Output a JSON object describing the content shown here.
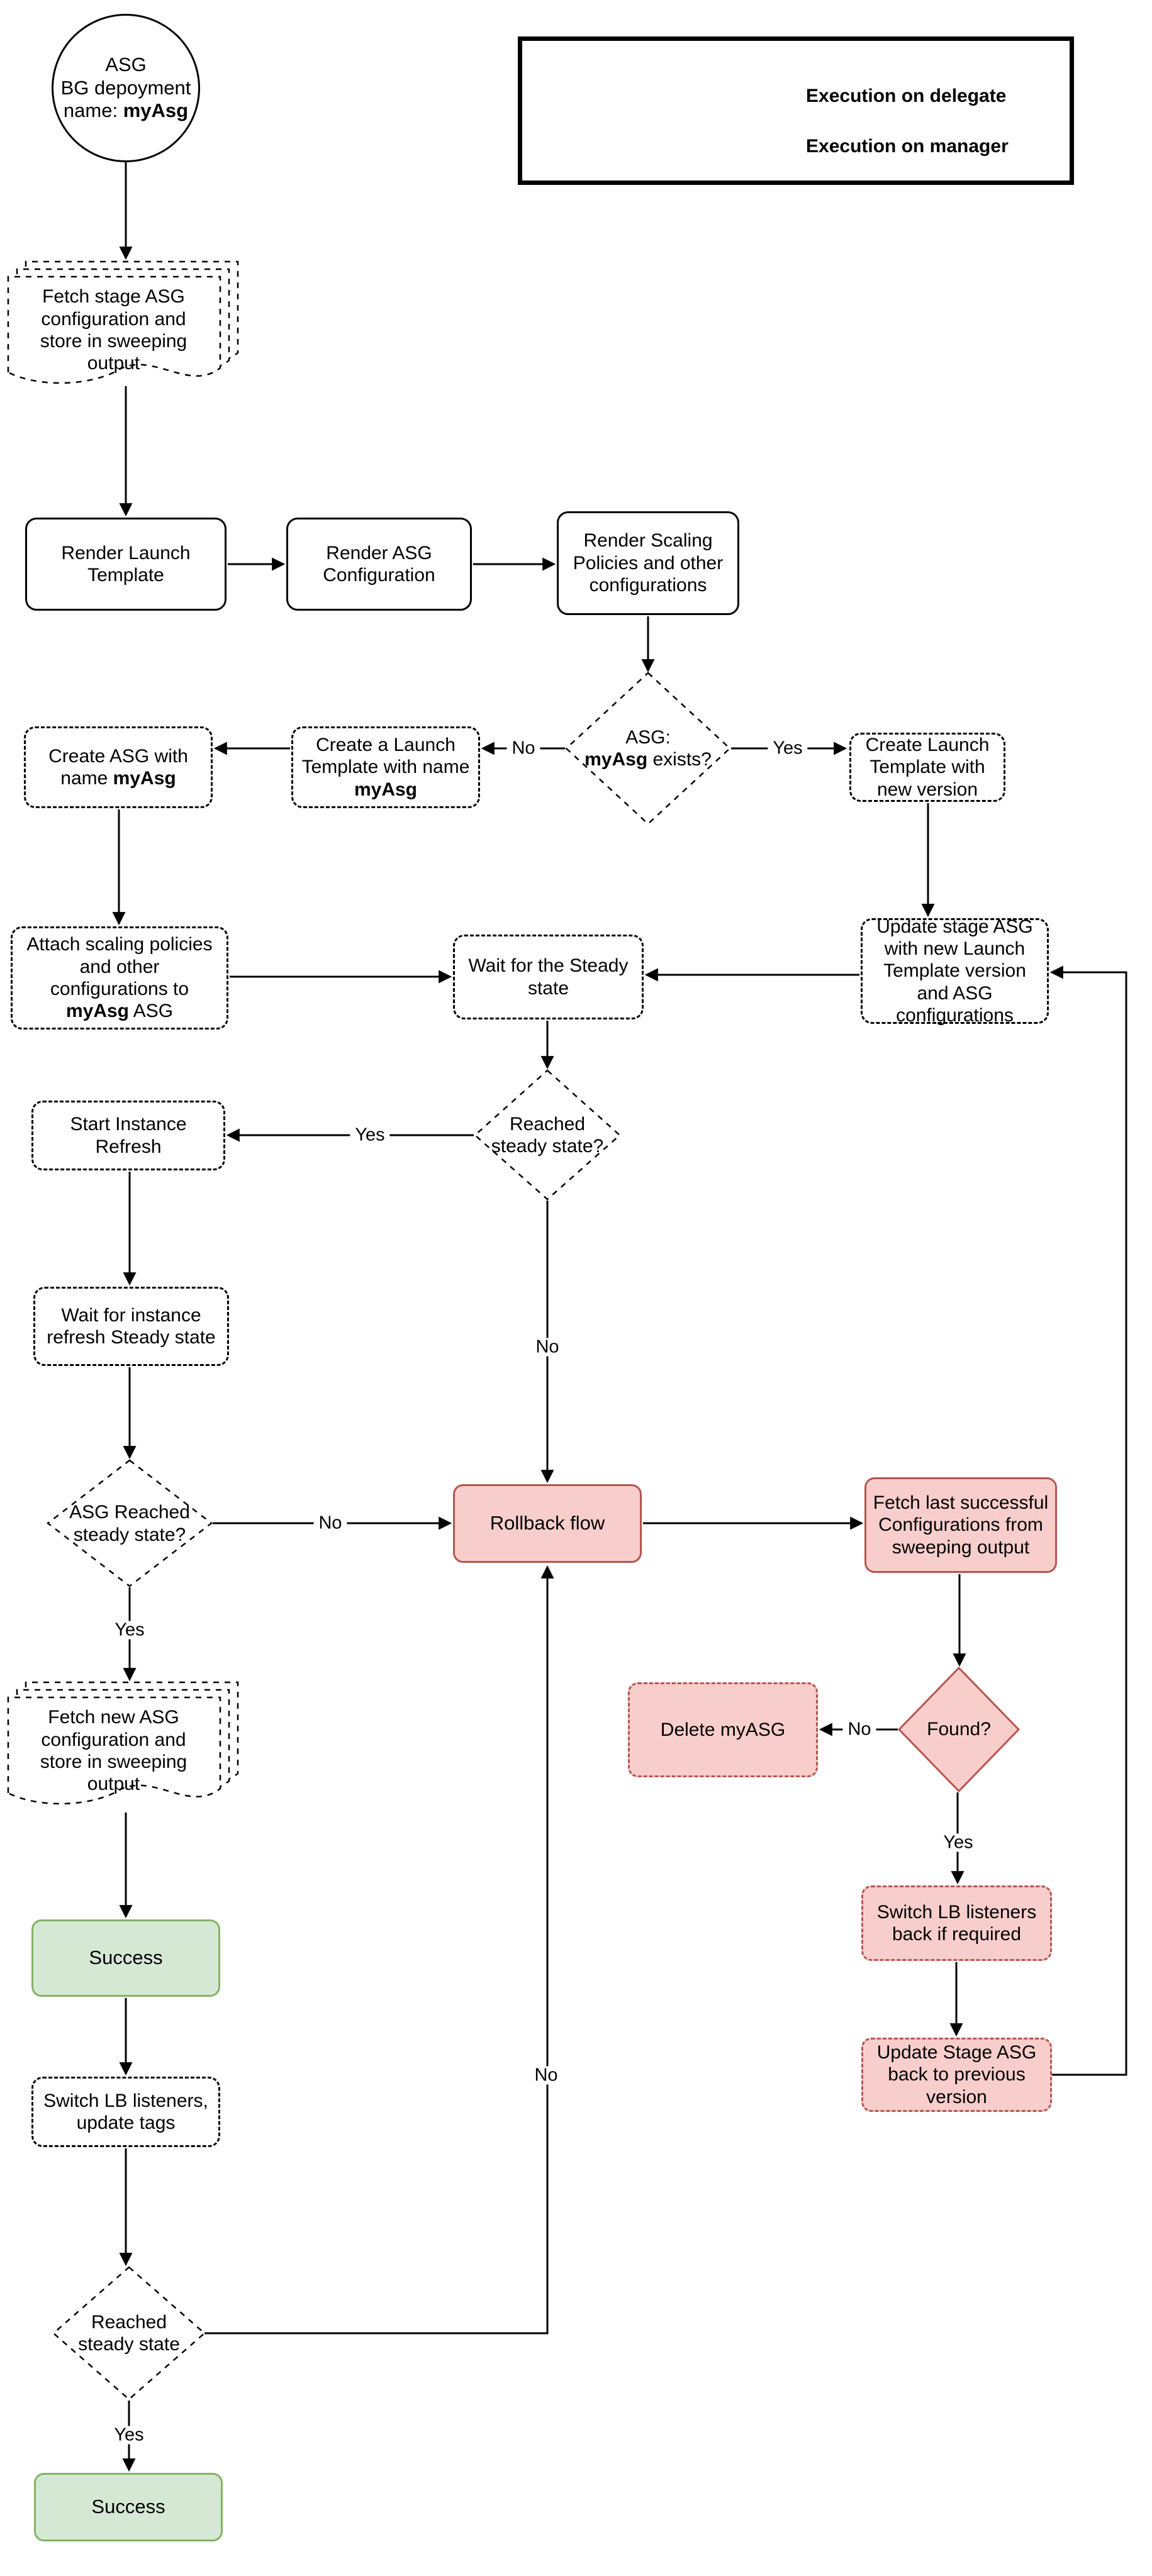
{
  "colors": {
    "danger_fill": "#f8cecc",
    "danger_border": "#b85450",
    "success_fill": "#d5e8d4",
    "success_border": "#82b366",
    "line": "#000000"
  },
  "legend": {
    "items": [
      {
        "style": "dashed",
        "label": "Execution on delegate"
      },
      {
        "style": "solid",
        "label": "Execution on manager"
      }
    ]
  },
  "nodes": {
    "start": {
      "line1": "ASG",
      "line2": "BG depoyment",
      "line3_prefix": "name: ",
      "line3_bold": "myAsg"
    },
    "fetch_stage": {
      "label": "Fetch stage ASG configuration and store in sweeping output"
    },
    "render_launch": {
      "label": "Render Launch Template"
    },
    "render_asg": {
      "label": "Render ASG Configuration"
    },
    "render_scaling": {
      "label": "Render Scaling Policies and other configurations"
    },
    "exists_diamond": {
      "line1": "ASG:",
      "line2_bold": "myAsg",
      "line2_after": " exists?"
    },
    "create_launch_named": {
      "before": "Create a Launch Template with name ",
      "bold": "myAsg"
    },
    "create_asg": {
      "before": "Create ASG with name ",
      "bold": "myAsg"
    },
    "create_launch_new": {
      "label": "Create Launch Template with new version"
    },
    "update_stage": {
      "label": "Update stage ASG with new Launch Template version and ASG configurations"
    },
    "attach_scaling": {
      "before": "Attach scaling policies and other configurations to ",
      "bold": "myAsg",
      "after": " ASG"
    },
    "wait_steady": {
      "label": "Wait for the Steady state"
    },
    "reached_steady": {
      "label": "Reached steady state?"
    },
    "start_refresh": {
      "label": "Start Instance Refresh"
    },
    "wait_refresh": {
      "label": "Wait for instance refresh Steady state"
    },
    "asg_reached": {
      "label": "ASG Reached steady state?"
    },
    "rollback": {
      "label": "Rollback flow"
    },
    "fetch_last": {
      "label": "Fetch last successful Configurations from sweeping output"
    },
    "found": {
      "label": "Found?"
    },
    "delete_asg": {
      "label": "Delete myASG"
    },
    "fetch_new": {
      "label": "Fetch new ASG configuration and store in sweeping output"
    },
    "success1": {
      "label": "Success"
    },
    "switch_lb_tags": {
      "label": "Switch LB listeners, update tags"
    },
    "switch_lb_back": {
      "label": "Switch LB listeners back if required"
    },
    "update_back": {
      "label": "Update Stage ASG back to previous version"
    },
    "reached_bottom": {
      "label": "Reached steady state"
    },
    "success2": {
      "label": "Success"
    }
  },
  "edge_labels": {
    "no_exists": "No",
    "yes_exists": "Yes",
    "yes_reached": "Yes",
    "no_reached": "No",
    "no_asg_reached": "No",
    "yes_asg_reached": "Yes",
    "no_found": "No",
    "yes_found": "Yes",
    "no_bottom": "No",
    "yes_bottom": "Yes"
  }
}
